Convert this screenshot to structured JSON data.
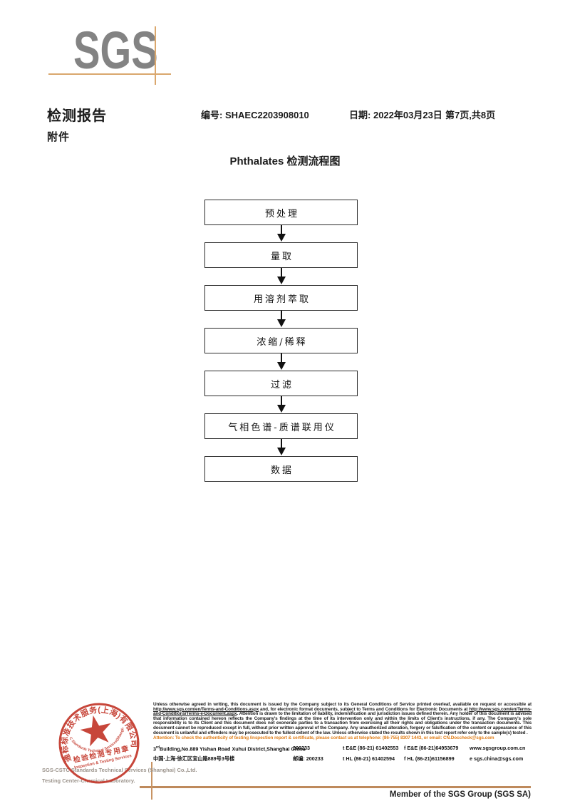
{
  "logo": {
    "text": "SGS"
  },
  "header": {
    "report_title": "检测报告",
    "no_label": "编号:",
    "no_value": "SHAEC2203908010",
    "date_label": "日期:",
    "date_value": "2022年03月23日",
    "page_info": "第7页,共8页",
    "attachment": "附件"
  },
  "flowchart": {
    "title": "Phthalates 检测流程图",
    "steps": [
      "预处理",
      "量取",
      "用溶剂萃取",
      "浓缩/稀释",
      "过滤",
      "气相色谱-质谱联用仪",
      "数据"
    ]
  },
  "stamp": {
    "arc_top": "通标标准技术服务(上海)有限公司",
    "arc_bottom": "SGS-CSTC Standards Technical Services(Shanghai)Co.,Ltd.",
    "center_zh": "检验检测专用章",
    "center_en": "Inspection & Testing Services",
    "color": "#C3372A"
  },
  "company": {
    "line1": "SGS-CSTC Standards Technical Services (Shanghai) Co.,Ltd.",
    "line2": "Testing Center-Chemical Laboratory."
  },
  "legal": {
    "part1": "Unless otherwise agreed in writing, this document is issued by the Company subject to its General Conditions of Service printed overleaf, available on request or accessible at ",
    "url1": "http://www.sgs.com/en/Terms-and-Conditions.aspx",
    "part2": " and, for electronic format documents, subject to Terms and Conditions for Electronic Documents at ",
    "url2": "http://www.sgs.com/en/Terms-and-Conditions/Terms-e-Document.aspx",
    "part3": ". Attention is drawn to the limitation of liability, indemnification and jurisdiction issues defined therein. Any holder of this document is advised that information contained hereon reflects the Company's findings at the time of its intervention only and within the limits of Client's instructions, if any. The Company's sole responsibility is to its Client and this document does not exonerate parties to a transaction from exercising all their rights and obligations under the transaction documents. This document cannot be reproduced except in full, without prior written approval of the Company. Any unauthorized alteration, forgery or falsification of the content or appearance of this document is unlawful and offenders may be prosecuted to the fullest extent of the law. Unless otherwise stated the results shown in this test report refer only to the sample(s) tested .",
    "attention": "Attention: To check the authenticity of testing /inspection report & certificate, please contact us at telephone: (86-755) 8307 1443, or email: CN.Doccheck@sgs.com"
  },
  "address": {
    "en_prefix": "3",
    "en_sup": "rd",
    "en_rest": "Building,No.889 Yishan Road Xuhui District,Shanghai China",
    "postal1": "200233",
    "tel1": "t E&E (86-21) 61402553",
    "fax1": "f E&E (86-21)64953679",
    "web": "www.sgsgroup.com.cn",
    "cn": "中国·上海·徐汇区宜山路889号3号楼",
    "postal2_label": "邮编:",
    "postal2": "200233",
    "tel2": "t HL (86-21) 61402594",
    "fax2": "f HL (86-21)61156899",
    "email": "e  sgs.china@sgs.com"
  },
  "footer": {
    "member": "Member of the SGS Group (SGS SA)"
  }
}
